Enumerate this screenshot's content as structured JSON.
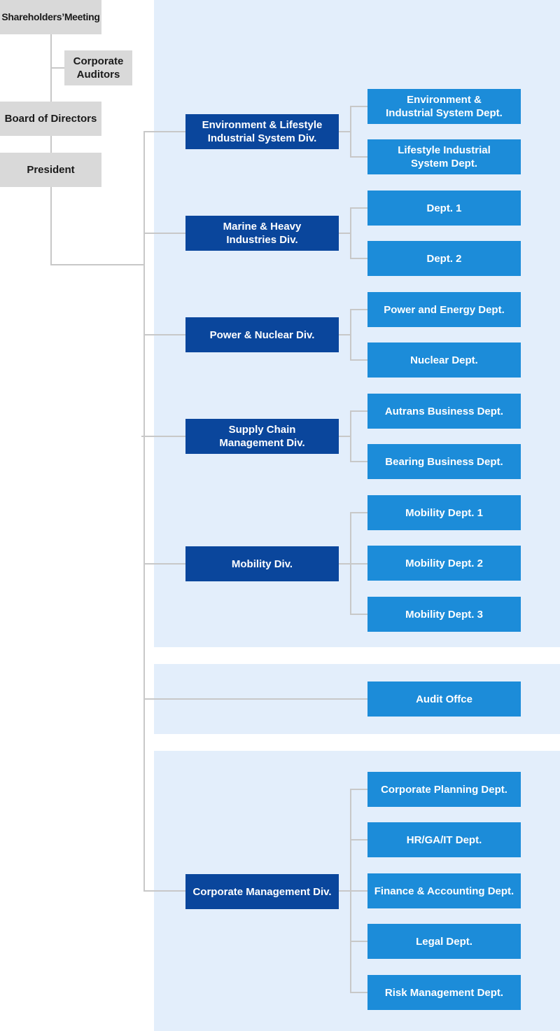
{
  "top": {
    "shareholders": "Shareholders’Meeting",
    "auditors": "Corporate\nAuditors",
    "board": "Board of Directors",
    "president": "President"
  },
  "divisions": [
    {
      "name": "Environment & Lifestyle\nIndustrial System Div.",
      "depts": [
        "Environment &\nIndustrial System Dept.",
        "Lifestyle Industrial\nSystem Dept."
      ]
    },
    {
      "name": "Marine & Heavy\nIndustries Div.",
      "depts": [
        "Dept. 1",
        "Dept. 2"
      ]
    },
    {
      "name": "Power & Nuclear Div.",
      "depts": [
        "Power and Energy Dept.",
        "Nuclear  Dept."
      ]
    },
    {
      "name": "Supply Chain\nManagement Div.",
      "depts": [
        "Autrans Business Dept.",
        "Bearing Business Dept."
      ]
    },
    {
      "name": "Mobility Div.",
      "depts": [
        "Mobility Dept. 1",
        "Mobility Dept. 2",
        "Mobility Dept. 3"
      ]
    }
  ],
  "audit": "Audit Offce",
  "corporate": {
    "name": "Corporate Management Div.",
    "depts": [
      "Corporate Planning Dept.",
      "HR/GA/IT Dept.",
      "Finance & Accounting Dept.",
      "Legal Dept.",
      "Risk Management Dept."
    ]
  },
  "colors": {
    "panel": "#e3eefb",
    "division": "#0a469c",
    "department": "#1c8cd9",
    "executive": "#d9d9d9",
    "connector": "#c8c8c8"
  }
}
